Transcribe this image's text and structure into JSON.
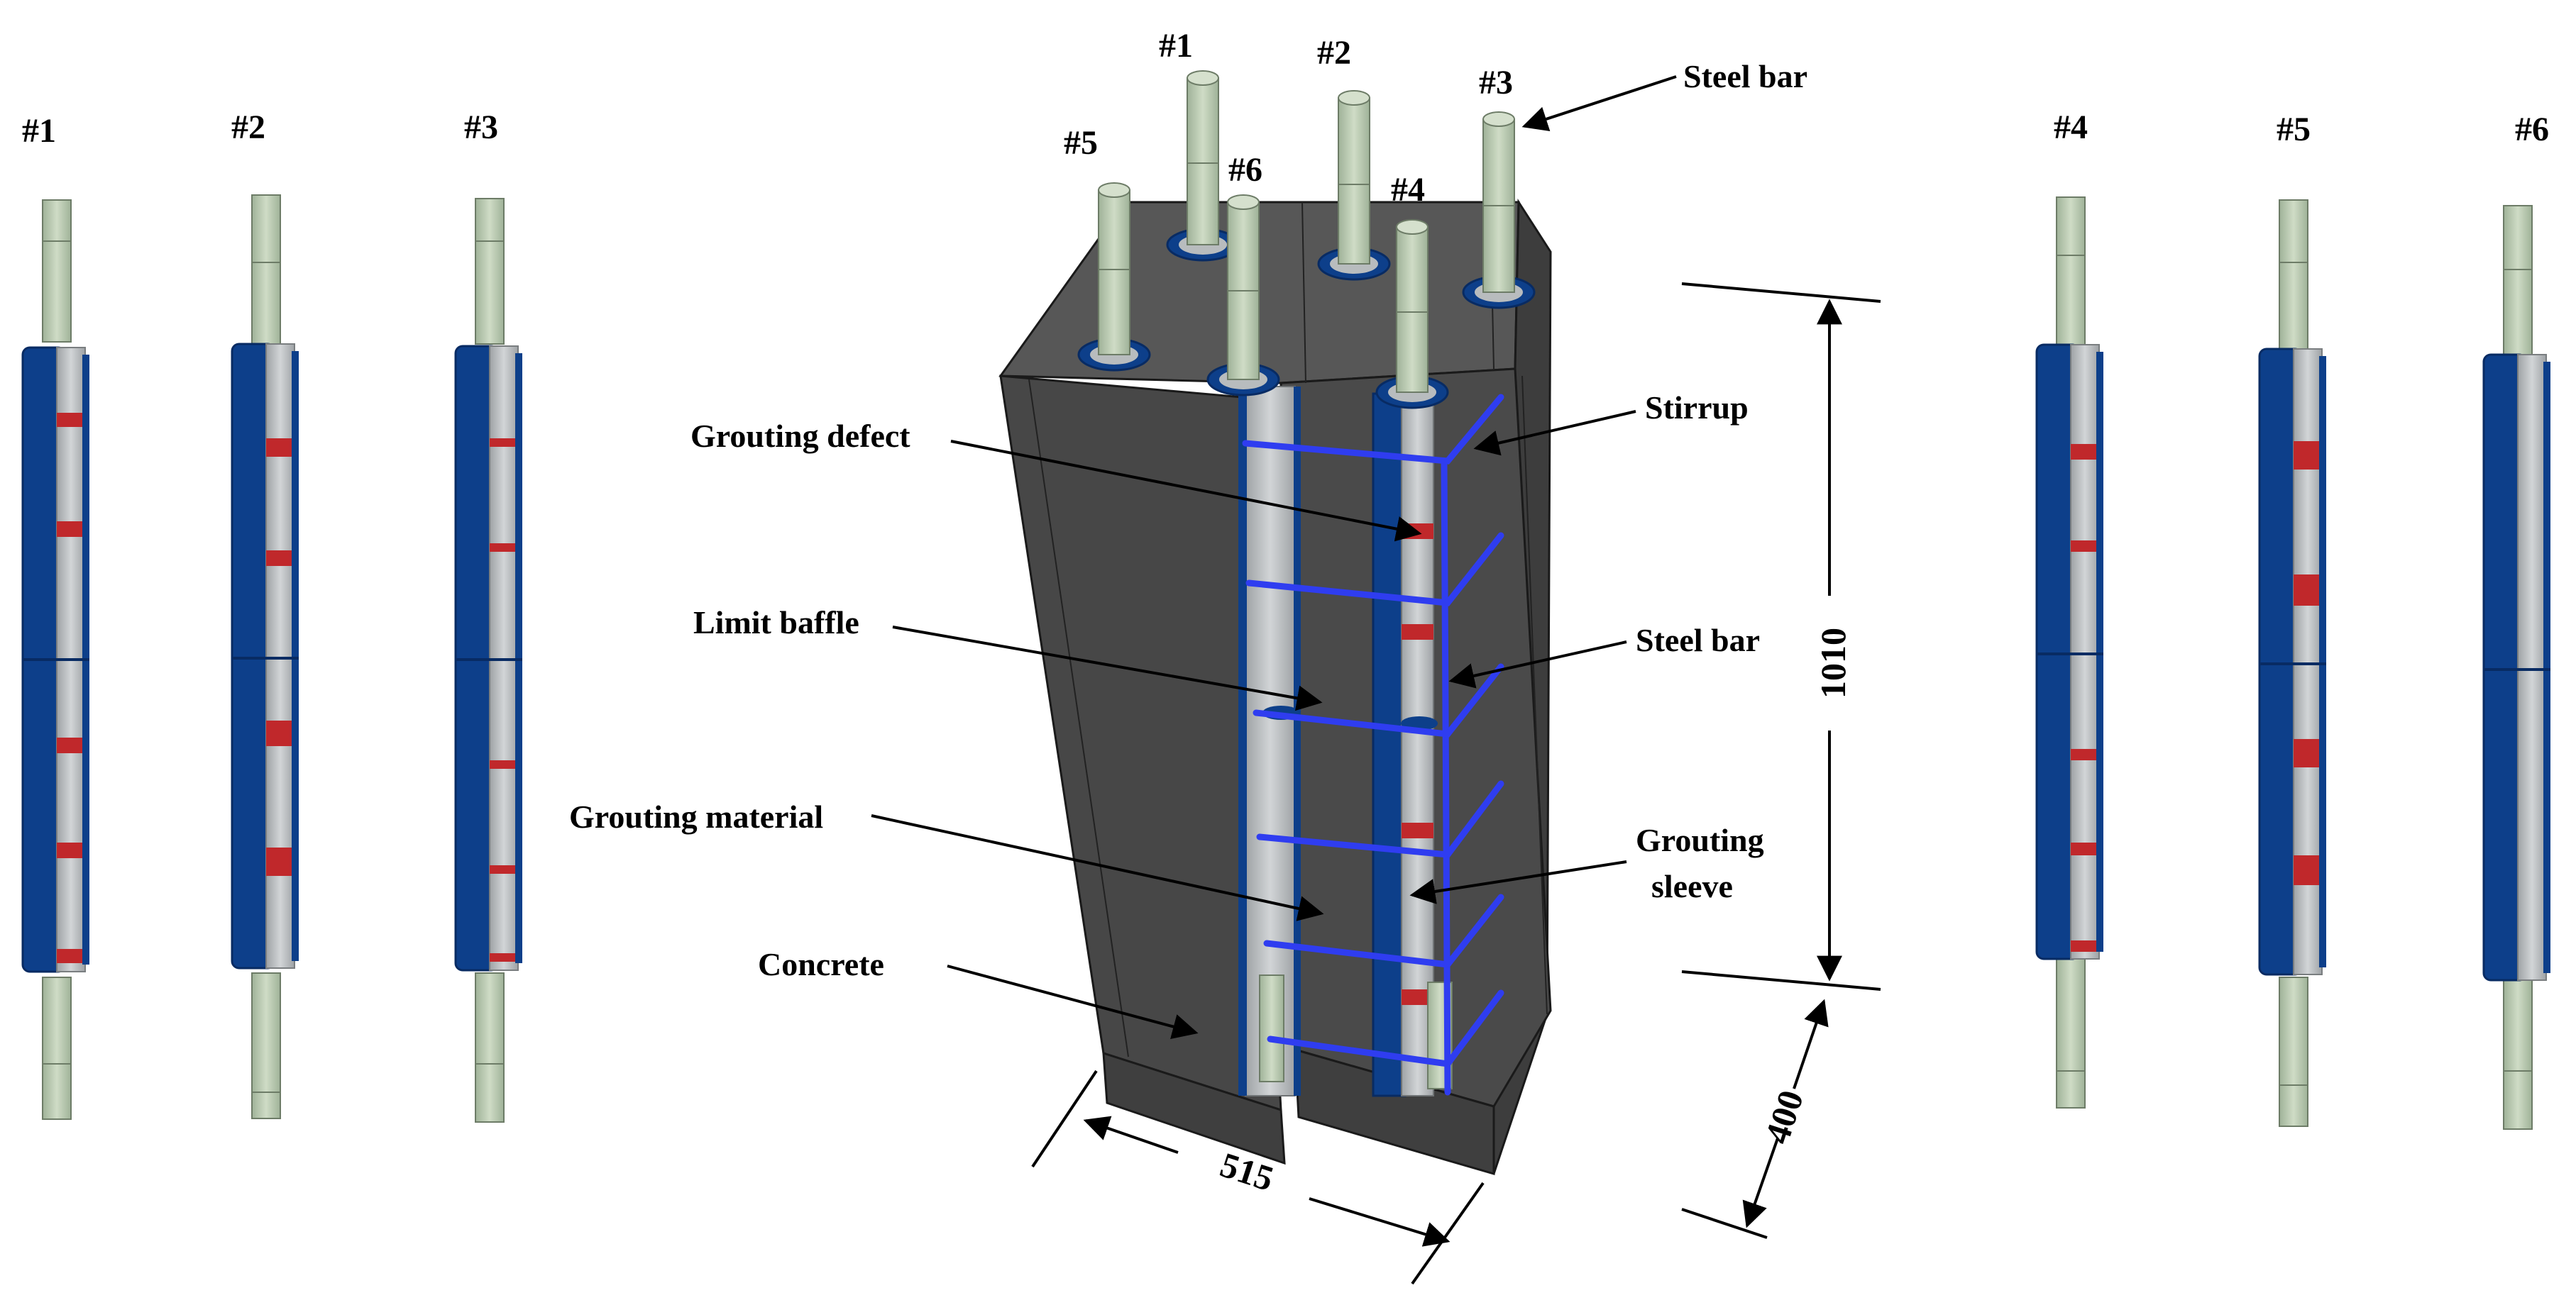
{
  "colors": {
    "concrete_front": "#474747",
    "concrete_side": "#3a3a3a",
    "concrete_top": "#5a5a5a",
    "edge": "#1a1a1a",
    "sleeve": "#0d3f8a",
    "sleeve_dark": "#082b63",
    "grout": "#b8bcbe",
    "steel": "#c2d2b8",
    "steel_dark": "#8fa388",
    "defect": "#c0282b",
    "stirrup": "#2f3df0",
    "leader": "#000000"
  },
  "left_specimens": [
    "#1",
    "#2",
    "#3"
  ],
  "right_specimens": [
    "#4",
    "#5",
    "#6"
  ],
  "model": {
    "bar_labels": {
      "b1": "#1",
      "b2": "#2",
      "b3": "#3",
      "b4": "#4",
      "b5": "#5",
      "b6": "#6"
    },
    "callouts": {
      "steel_bar_top": "Steel bar",
      "stirrup": "Stirrup",
      "grouting_defect": "Grouting defect",
      "steel_bar_side": "Steel bar",
      "limit_baffle": "Limit baffle",
      "grouting_material": "Grouting material",
      "grouting_sleeve_1": "Grouting",
      "grouting_sleeve_2": "sleeve",
      "concrete": "Concrete"
    },
    "dimensions": {
      "height": "1010",
      "depth": "400",
      "width": "515"
    }
  }
}
